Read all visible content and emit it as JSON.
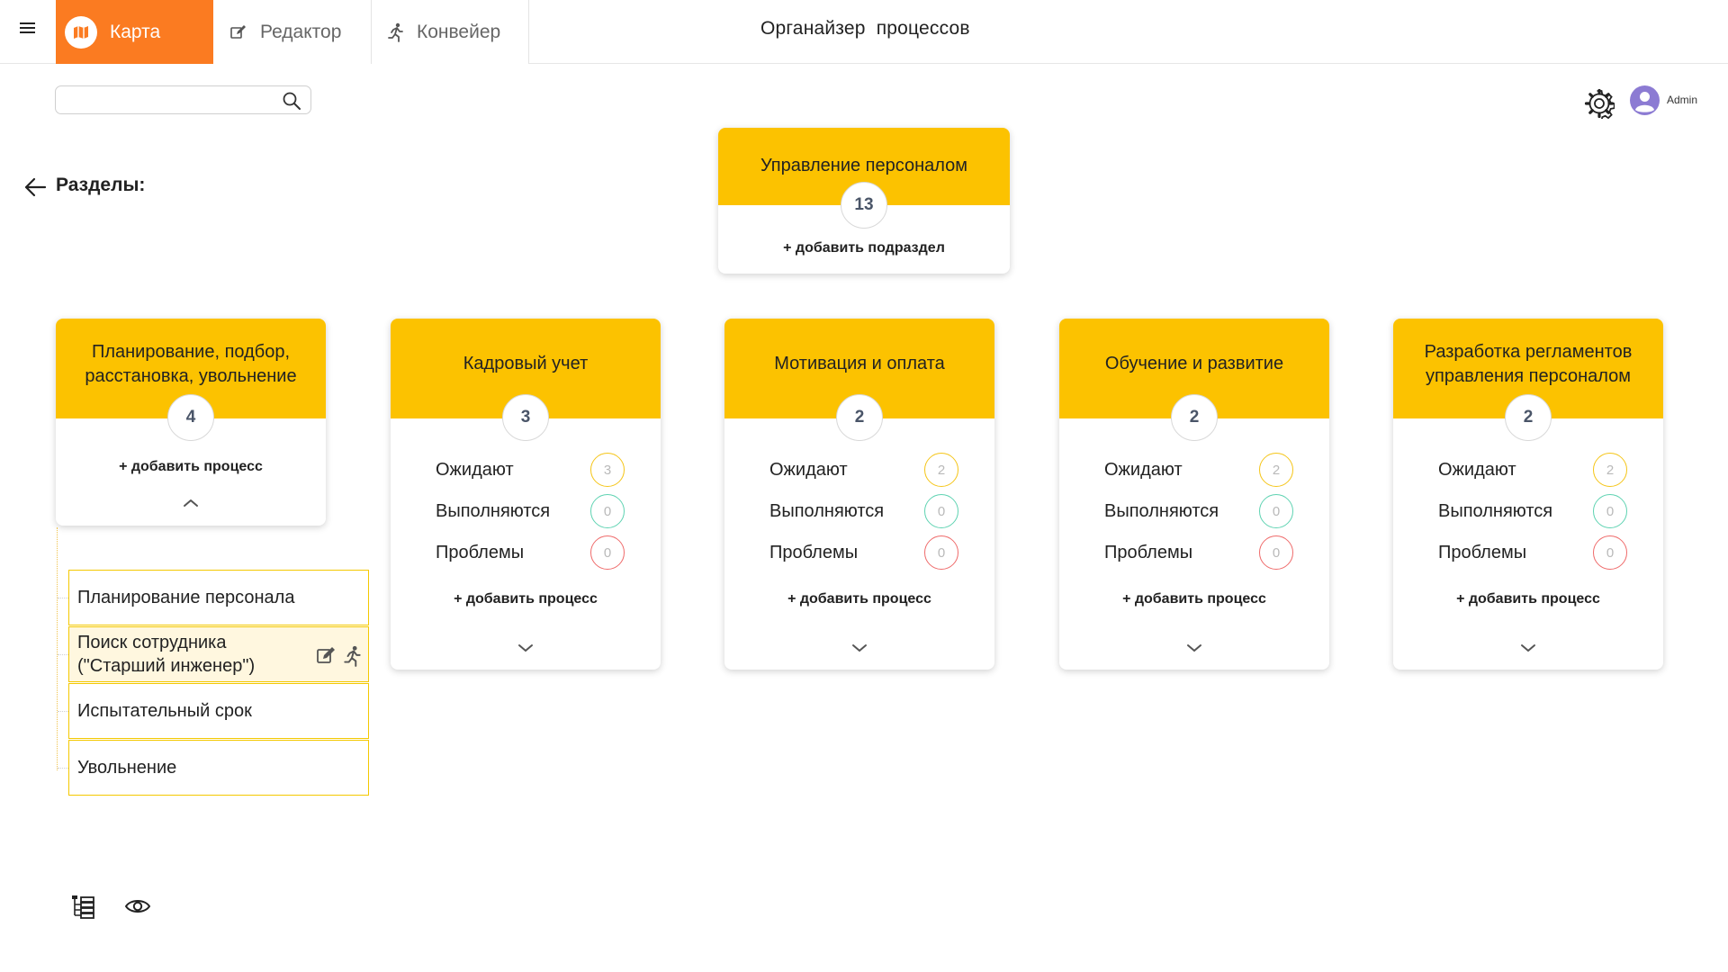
{
  "header": {
    "menu_icon": "hamburger-icon",
    "tabs": [
      {
        "label": "Карта",
        "icon": "map-icon",
        "active": true
      },
      {
        "label": "Редактор",
        "icon": "edit-icon",
        "active": false
      },
      {
        "label": "Конвейер",
        "icon": "runner-icon",
        "active": false
      }
    ],
    "title": "Органайзер  процессов",
    "accent_color": "#fb7b21"
  },
  "search": {
    "value": "",
    "placeholder": "",
    "icon": "search-icon"
  },
  "user": {
    "name": "Admin",
    "avatar_color": "#8c7bd3",
    "settings_icon": "gear-icon"
  },
  "sections": {
    "label": "Разделы:"
  },
  "root_section": {
    "title": "Управление персоналом",
    "count": "13",
    "add_label": "+ добавить подраздел",
    "header_color": "#fcc200"
  },
  "subsections": [
    {
      "title": "Планирование, подбор, расстановка, увольнение",
      "count": "4",
      "add_label": "+ добавить процесс",
      "expanded": true
    },
    {
      "title": "Кадровый учет",
      "count": "3",
      "stats": [
        {
          "label": "Ожидают",
          "value": "3"
        },
        {
          "label": "Выполняются",
          "value": "0"
        },
        {
          "label": "Проблемы",
          "value": "0"
        }
      ],
      "add_label": "+ добавить процесс"
    },
    {
      "title": "Мотивация и оплата",
      "count": "2",
      "stats": [
        {
          "label": "Ожидают",
          "value": "2"
        },
        {
          "label": "Выполняются",
          "value": "0"
        },
        {
          "label": "Проблемы",
          "value": "0"
        }
      ],
      "add_label": "+ добавить процесс"
    },
    {
      "title": "Обучение и развитие",
      "count": "2",
      "stats": [
        {
          "label": "Ожидают",
          "value": "2"
        },
        {
          "label": "Выполняются",
          "value": "0"
        },
        {
          "label": "Проблемы",
          "value": "0"
        }
      ],
      "add_label": "+ добавить процесс"
    },
    {
      "title": "Разработка регламентов управления персоналом",
      "count": "2",
      "stats": [
        {
          "label": "Ожидают",
          "value": "2"
        },
        {
          "label": "Выполняются",
          "value": "0"
        },
        {
          "label": "Проблемы",
          "value": "0"
        }
      ],
      "add_label": "+ добавить процесс"
    }
  ],
  "processes": [
    {
      "label": "Планирование персонала",
      "selected": false
    },
    {
      "label": "Поиск сотрудника (\"Старший инженер\")",
      "selected": true
    },
    {
      "label": "Испытательный срок",
      "selected": false
    },
    {
      "label": "Увольнение",
      "selected": false
    }
  ],
  "status_colors": {
    "waiting": "#f5c518",
    "running": "#5fd3b2",
    "problems": "#ef6b6b"
  },
  "bottom_tools": [
    {
      "icon": "tree-view-icon"
    },
    {
      "icon": "eye-icon"
    }
  ]
}
